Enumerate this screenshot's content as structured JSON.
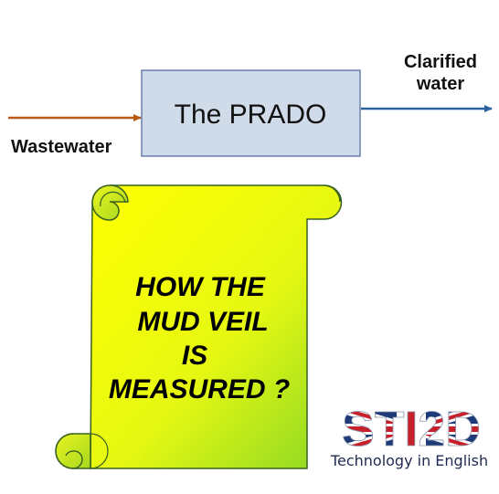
{
  "diagram": {
    "process_label": "The PRADO",
    "input_label": "Wastewater",
    "output_label_line1": "Clarified",
    "output_label_line2": "water",
    "colors": {
      "input_arrow": "#b85a14",
      "output_arrow": "#2b62a0",
      "process_fill": "#d0dbea",
      "process_stroke": "#6a80a8",
      "scroll_light": "#ffff00",
      "scroll_dark": "#88d626",
      "scroll_stroke": "#3a6020"
    }
  },
  "scroll": {
    "line1": "HOW THE",
    "line2": "MUD VEIL",
    "line3": "IS",
    "line4": "MEASURED ?"
  },
  "logo": {
    "title": "STI2D",
    "caption": "Technology in English"
  }
}
